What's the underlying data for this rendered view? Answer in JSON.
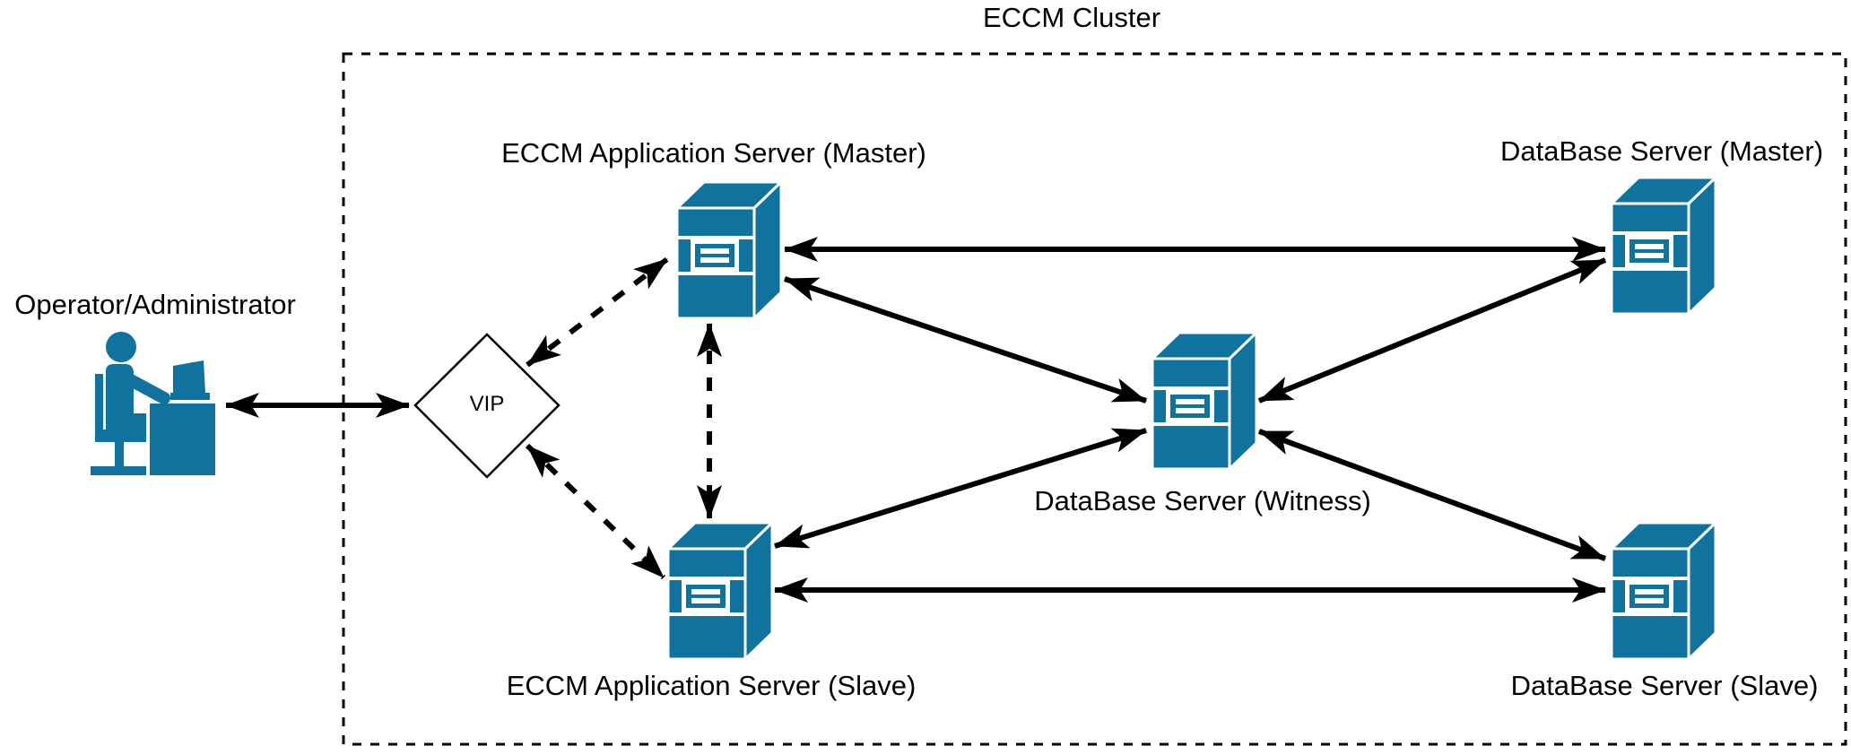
{
  "diagram": {
    "title": "ECCM Cluster",
    "colors": {
      "icon_fill": "#10739E",
      "line": "#000000",
      "text": "#000000",
      "background": "#ffffff"
    },
    "nodes": {
      "operator": {
        "label": "Operator/Administrator",
        "icon": "operator-at-desk-icon"
      },
      "vip": {
        "label": "VIP",
        "icon": "diamond-shape"
      },
      "app_master": {
        "label": "ECCM Application Server (Master)",
        "icon": "server-icon"
      },
      "app_slave": {
        "label": "ECCM Application Server (Slave)",
        "icon": "server-icon"
      },
      "db_master": {
        "label": "DataBase Server (Master)",
        "icon": "server-icon"
      },
      "db_witness": {
        "label": "DataBase Server (Witness)",
        "icon": "server-icon"
      },
      "db_slave": {
        "label": "DataBase Server (Slave)",
        "icon": "server-icon"
      }
    },
    "edges": [
      {
        "from": "Operator/Administrator",
        "to": "VIP",
        "style": "solid",
        "arrows": "both"
      },
      {
        "from": "VIP",
        "to": "ECCM Application Server (Master)",
        "style": "dashed",
        "arrows": "both"
      },
      {
        "from": "VIP",
        "to": "ECCM Application Server (Slave)",
        "style": "dashed",
        "arrows": "both"
      },
      {
        "from": "ECCM Application Server (Master)",
        "to": "ECCM Application Server (Slave)",
        "style": "dashed",
        "arrows": "both"
      },
      {
        "from": "ECCM Application Server (Master)",
        "to": "DataBase Server (Master)",
        "style": "solid",
        "arrows": "both"
      },
      {
        "from": "ECCM Application Server (Master)",
        "to": "DataBase Server (Witness)",
        "style": "solid",
        "arrows": "both"
      },
      {
        "from": "DataBase Server (Master)",
        "to": "DataBase Server (Witness)",
        "style": "solid",
        "arrows": "both"
      },
      {
        "from": "ECCM Application Server (Slave)",
        "to": "DataBase Server (Witness)",
        "style": "solid",
        "arrows": "both"
      },
      {
        "from": "DataBase Server (Witness)",
        "to": "DataBase Server (Slave)",
        "style": "solid",
        "arrows": "both"
      },
      {
        "from": "ECCM Application Server (Slave)",
        "to": "DataBase Server (Slave)",
        "style": "solid",
        "arrows": "both"
      }
    ]
  }
}
